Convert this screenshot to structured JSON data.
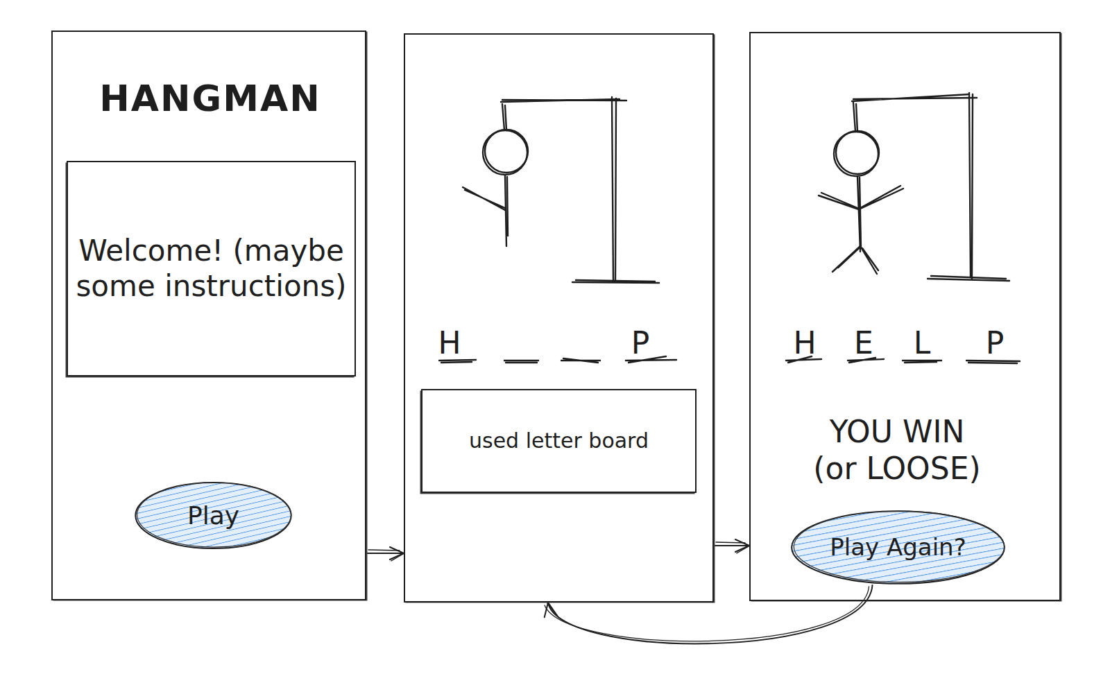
{
  "diagram": {
    "nodes": [
      {
        "text": [
          "HANGMAN"
        ]
      },
      {
        "text": [
          "Welcome! (maybe some instructions)"
        ],
        "in": 0
      },
      {
        "text": [
          "Play"
        ],
        "in": 0
      },
      {
        "text": [
          "H",
          "P"
        ]
      },
      {
        "text": [
          "used letter board"
        ],
        "in": 3
      },
      {
        "text": [
          "H",
          "E",
          "L",
          "P",
          "YOU WIN (or LOOSE)"
        ]
      },
      {
        "text": [
          "Play Again?"
        ],
        "in": 5
      }
    ],
    "edges": [
      {
        "from": 0,
        "to": 3,
        "arrow": "to"
      },
      {
        "from": 3,
        "to": 5,
        "arrow": "to"
      },
      {
        "from": 6,
        "to": 3,
        "arrow": "to"
      }
    ]
  }
}
